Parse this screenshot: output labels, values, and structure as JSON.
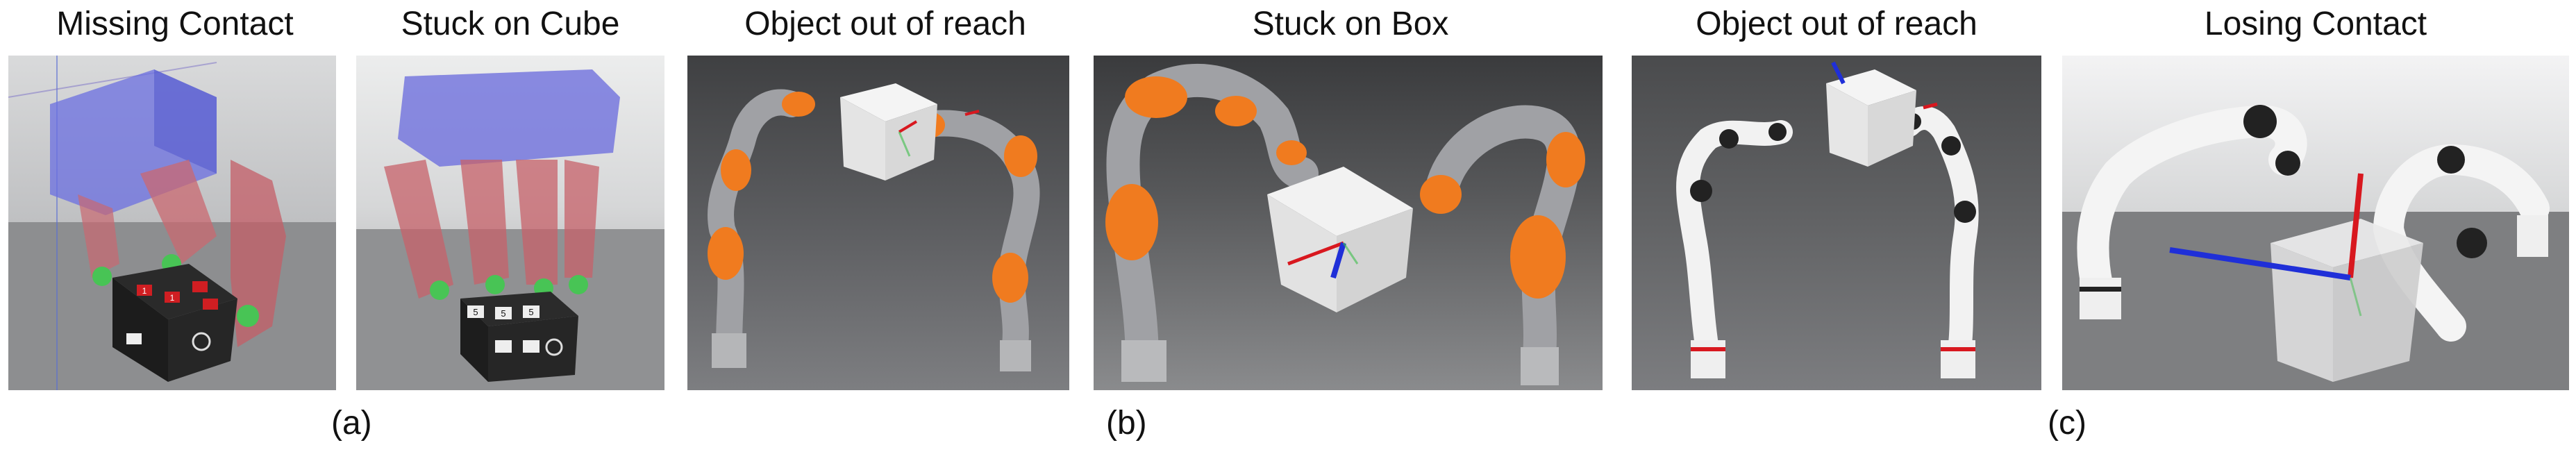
{
  "titles": {
    "p1": "Missing Contact",
    "p2": "Stuck on Cube",
    "p3": "Object out of reach",
    "p4": "Stuck on Box",
    "p5": "Object out of reach",
    "p6": "Losing Contact"
  },
  "subfigures": {
    "a": "(a)",
    "b": "(b)",
    "c": "(c)"
  },
  "cube_markings": {
    "red_tile_digit": "1",
    "white_tile_digit": "5"
  },
  "colors": {
    "robot_orange": "#f07b1f",
    "robot_gray": "#9a9a9e",
    "panda_white": "#f2f2f2",
    "panda_black": "#222222",
    "axis_red": "#d8181f",
    "axis_blue": "#1f2fd8",
    "axis_green": "#3cbf4a"
  }
}
